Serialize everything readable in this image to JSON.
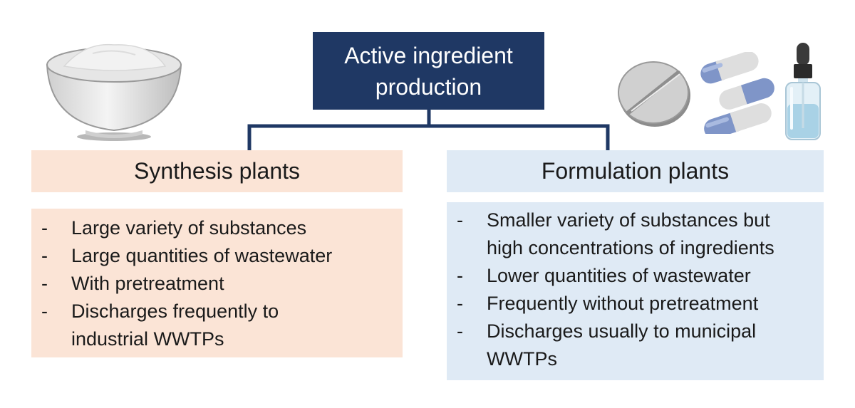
{
  "top": {
    "line1": "Active ingredient",
    "line2": "production"
  },
  "left": {
    "title": "Synthesis plants",
    "items": [
      "Large variety of substances",
      "Large quantities of wastewater",
      "With pretreatment",
      "Discharges frequently to industrial WWTPs"
    ]
  },
  "right": {
    "title": "Formulation plants",
    "items": [
      "Smaller variety of substances but high concentrations of ingredients",
      "Lower quantities of wastewater",
      "Frequently without pretreatment",
      "Discharges usually to municipal WWTPs"
    ]
  },
  "bullet_marker": "-",
  "icons": [
    "powder-bowl-icon",
    "tablet-icon",
    "capsule-icon",
    "dropper-bottle-icon"
  ],
  "colors": {
    "top_box": "#1f3864",
    "connector": "#1f3864",
    "left_fill": "#fbe4d6",
    "right_fill": "#dfeaf5"
  }
}
